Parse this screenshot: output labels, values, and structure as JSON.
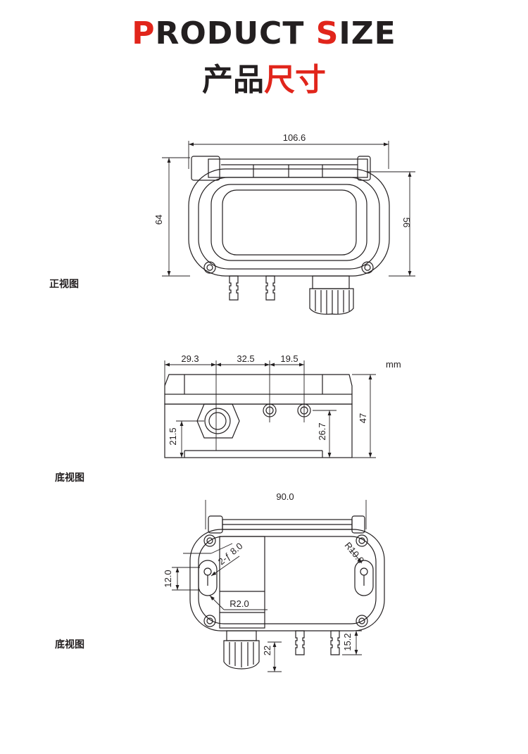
{
  "header": {
    "title_en_p": "P",
    "title_en_roduct": "RODUCT ",
    "title_en_s": "S",
    "title_en_ize": "IZE",
    "title_cn_a": "产品",
    "title_cn_b": "尺寸"
  },
  "front_view": {
    "label": "正视图",
    "dim_width": "106.6",
    "dim_height_left": "64",
    "dim_height_right": "56"
  },
  "bottom_view": {
    "label": "底视图",
    "unit": "mm",
    "dim_a": "29.3",
    "dim_b": "32.5",
    "dim_c": "19.5",
    "dim_d": "21.5",
    "dim_e": "26.7",
    "dim_f": "47"
  },
  "back_view": {
    "label": "底视图",
    "dim_width": "90.0",
    "dim_hole": "2-ƒ 8.0",
    "dim_radius_big": "R10.0",
    "dim_slot": "12.0",
    "dim_radius_small": "R2.0",
    "dim_fitting": "22",
    "dim_nozzle": "15.2"
  },
  "colors": {
    "accent": "#e1251b",
    "ink": "#231f20"
  }
}
